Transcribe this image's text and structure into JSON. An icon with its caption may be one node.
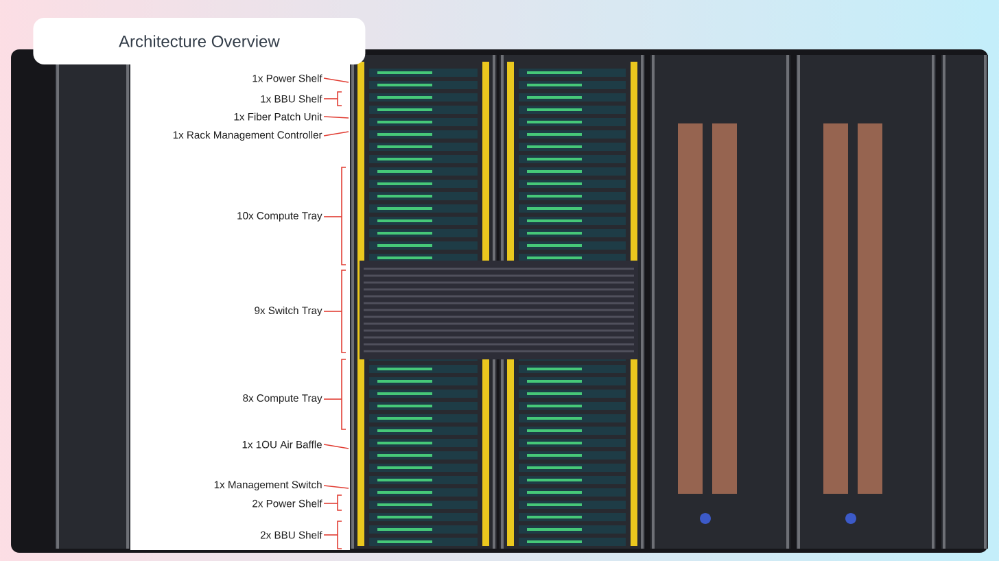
{
  "diagram": {
    "title": "Architecture Overview",
    "nodes": [
      {
        "text": [
          "1x Power Shelf"
        ]
      },
      {
        "text": [
          "1x BBU Shelf"
        ]
      },
      {
        "text": [
          "1x Fiber Patch Unit"
        ]
      },
      {
        "text": [
          "1x Rack Management Controller"
        ]
      },
      {
        "text": [
          "10x Compute Tray"
        ]
      },
      {
        "text": [
          "9x Switch Tray"
        ]
      },
      {
        "text": [
          "8x Compute Tray"
        ]
      },
      {
        "text": [
          "1x 1OU Air Baffle"
        ]
      },
      {
        "text": [
          "1x Management Switch"
        ]
      },
      {
        "text": [
          "2x Power Shelf"
        ]
      },
      {
        "text": [
          "2x BBU Shelf"
        ]
      }
    ],
    "edges": [
      {
        "from": 0,
        "to": null,
        "arrow": "none"
      },
      {
        "from": 1,
        "to": null,
        "arrow": "none"
      },
      {
        "from": 2,
        "to": null,
        "arrow": "none"
      },
      {
        "from": 3,
        "to": null,
        "arrow": "none"
      },
      {
        "from": 4,
        "to": null,
        "arrow": "none"
      },
      {
        "from": 5,
        "to": null,
        "arrow": "none"
      },
      {
        "from": 6,
        "to": null,
        "arrow": "none"
      },
      {
        "from": 7,
        "to": null,
        "arrow": "none"
      },
      {
        "from": 8,
        "to": null,
        "arrow": "none"
      },
      {
        "from": 9,
        "to": null,
        "arrow": "none"
      },
      {
        "from": 10,
        "to": null,
        "arrow": "none"
      }
    ]
  }
}
